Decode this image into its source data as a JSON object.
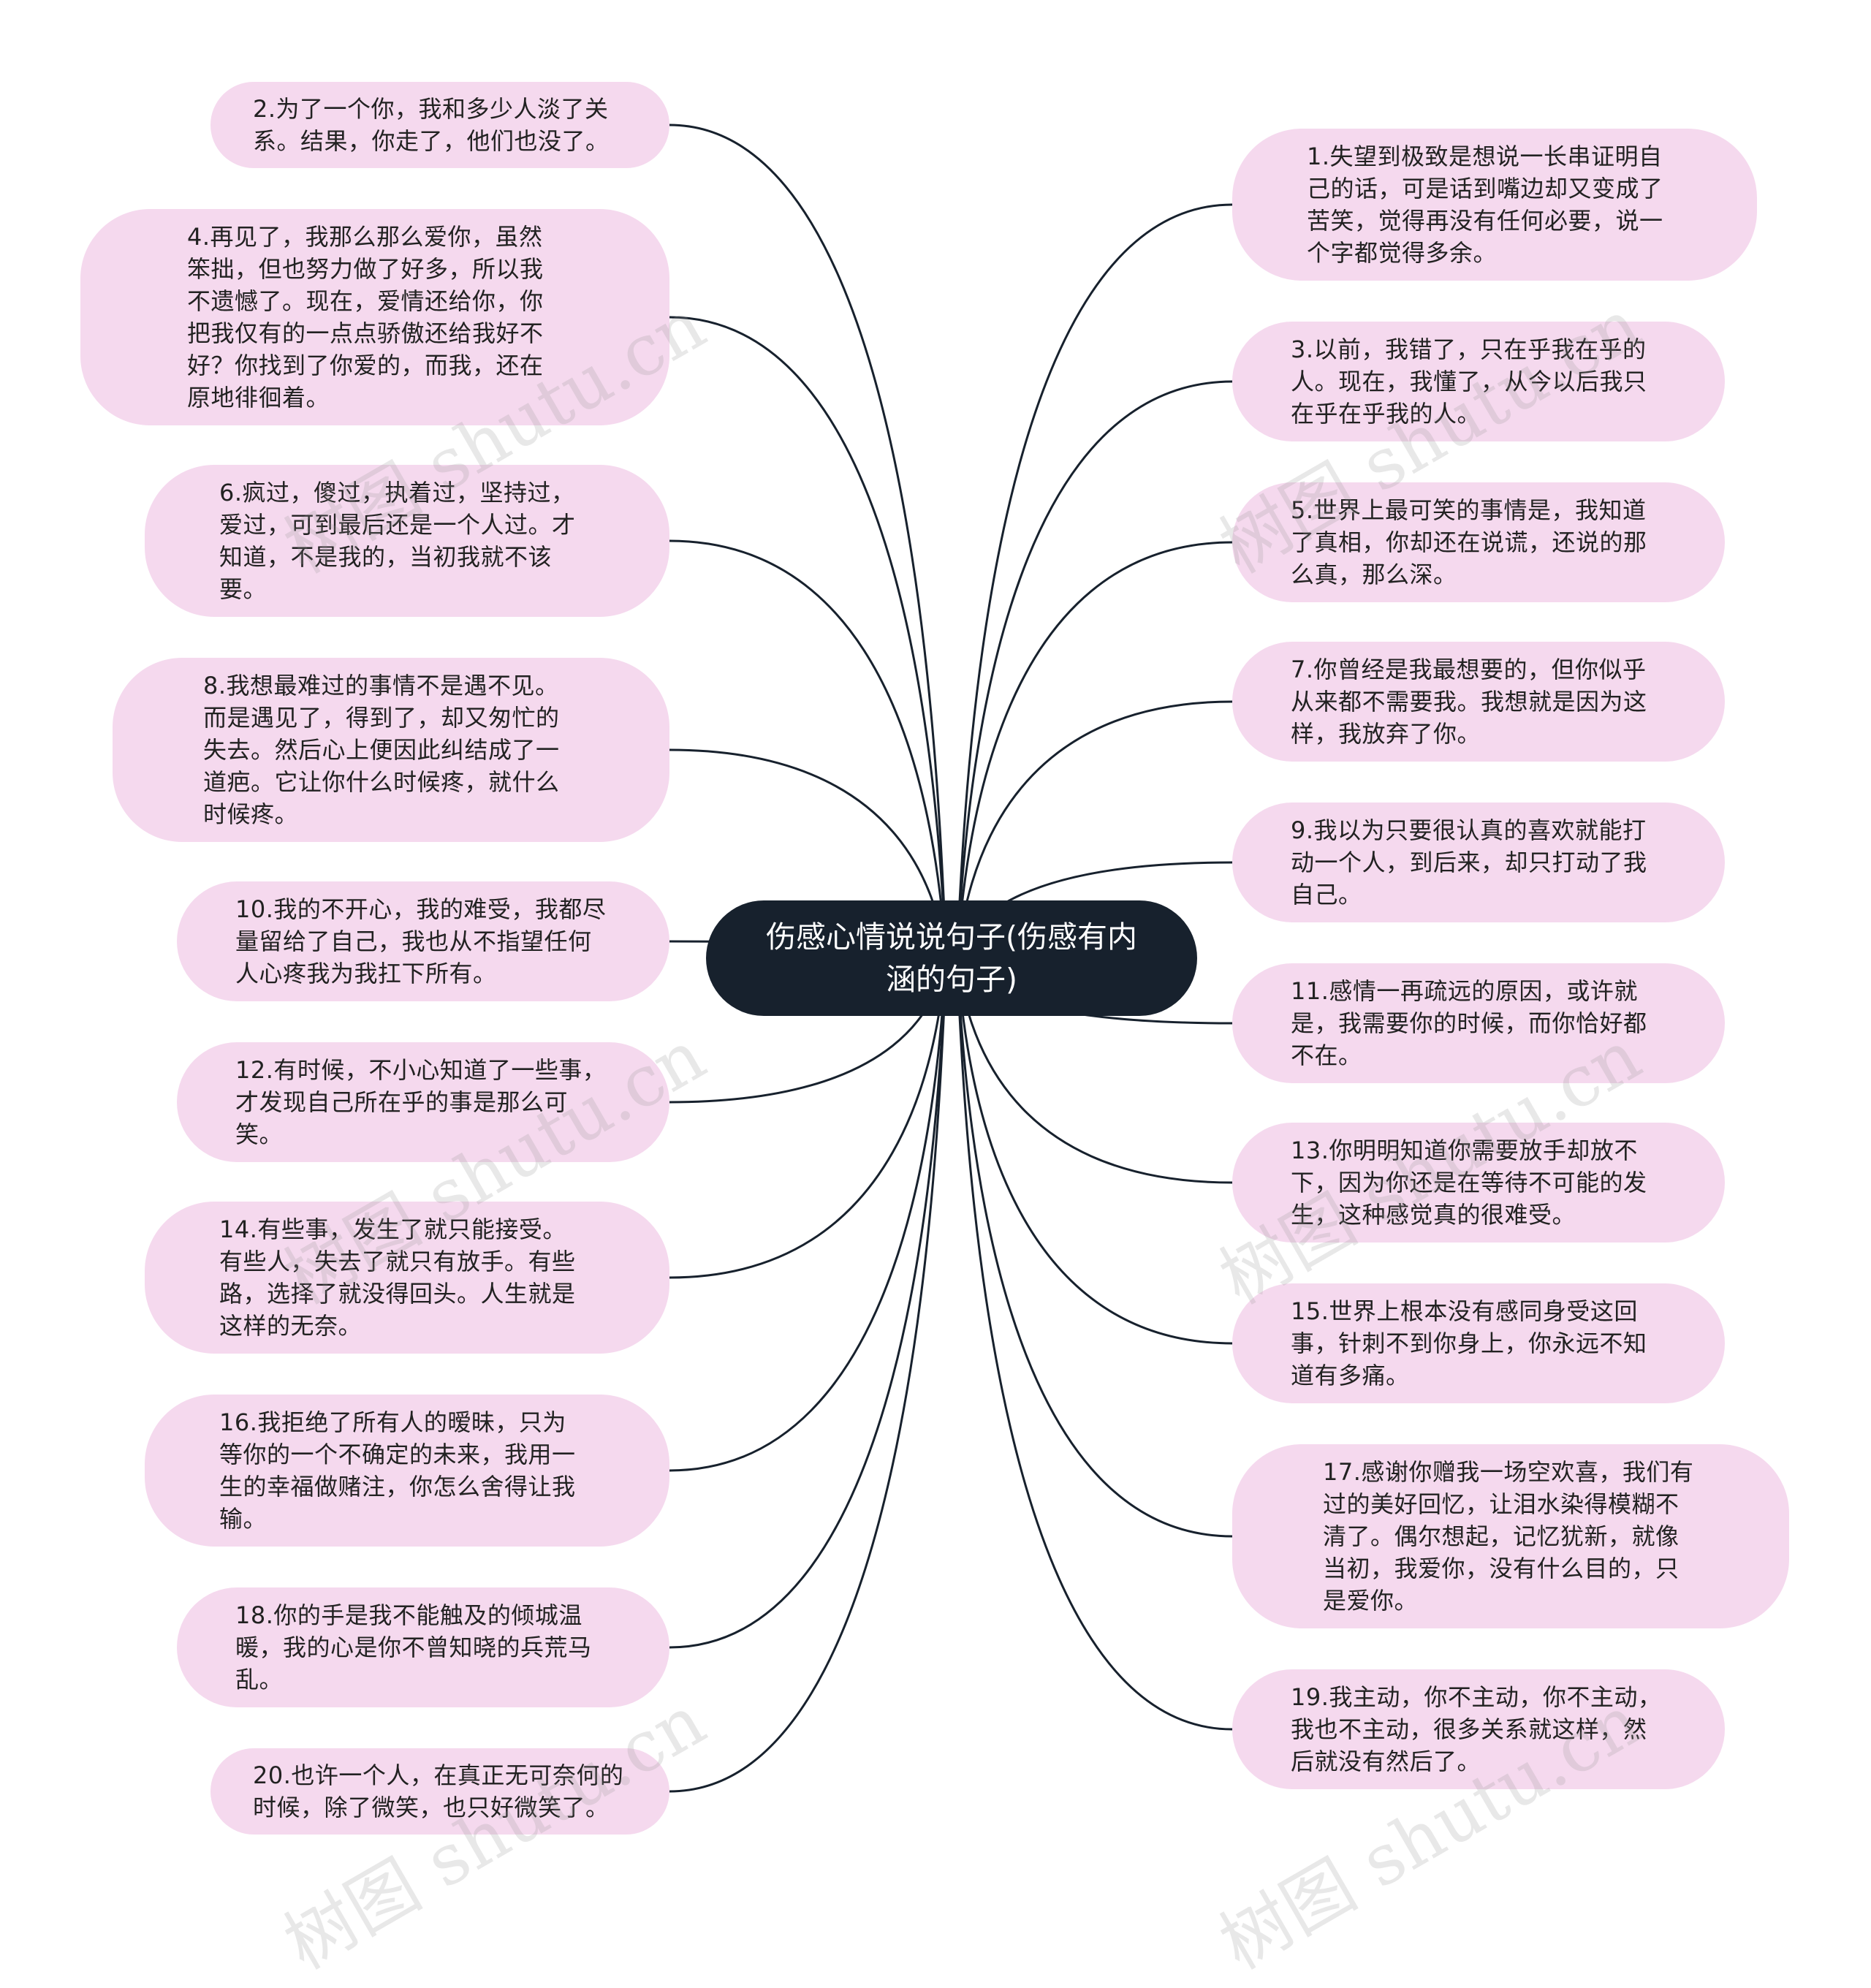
{
  "mindmap": {
    "center": {
      "label": "伤感心情说说句子(伤感有内涵的句子)"
    },
    "left_nodes": [
      {
        "id": "n2",
        "text": "2.为了一个你，我和多少人淡了关系。结果，你走了，他们也没了。"
      },
      {
        "id": "n4",
        "text": "4.再见了，我那么那么爱你，虽然笨拙，但也努力做了好多，所以我不遗憾了。现在，爱情还给你，你把我仅有的一点点骄傲还给我好不好？你找到了你爱的，而我，还在原地徘徊着。"
      },
      {
        "id": "n6",
        "text": "6.疯过，傻过，执着过，坚持过，爱过，可到最后还是一个人过。才知道，不是我的，当初我就不该要。"
      },
      {
        "id": "n8",
        "text": "8.我想最难过的事情不是遇不见。而是遇见了，得到了，却又匆忙的失去。然后心上便因此纠结成了一道疤。它让你什么时候疼，就什么时候疼。"
      },
      {
        "id": "n10",
        "text": "10.我的不开心，我的难受，我都尽量留给了自己，我也从不指望任何人心疼我为我扛下所有。"
      },
      {
        "id": "n12",
        "text": "12.有时候，不小心知道了一些事，才发现自己所在乎的事是那么可笑。"
      },
      {
        "id": "n14",
        "text": "14.有些事，发生了就只能接受。有些人，失去了就只有放手。有些路，选择了就没得回头。人生就是这样的无奈。"
      },
      {
        "id": "n16",
        "text": "16.我拒绝了所有人的暧昧，只为等你的一个不确定的未来，我用一生的幸福做赌注，你怎么舍得让我输。"
      },
      {
        "id": "n18",
        "text": "18.你的手是我不能触及的倾城温暖，我的心是你不曾知晓的兵荒马乱。"
      },
      {
        "id": "n20",
        "text": "20.也许一个人，在真正无可奈何的时候，除了微笑，也只好微笑了。"
      }
    ],
    "right_nodes": [
      {
        "id": "n1",
        "text": "1.失望到极致是想说一长串证明自己的话，可是话到嘴边却又变成了苦笑，觉得再没有任何必要，说一个字都觉得多余。"
      },
      {
        "id": "n3",
        "text": "3.以前，我错了，只在乎我在乎的人。现在，我懂了，从今以后我只在乎在乎我的人。"
      },
      {
        "id": "n5",
        "text": "5.世界上最可笑的事情是，我知道了真相，你却还在说谎，还说的那么真，那么深。"
      },
      {
        "id": "n7",
        "text": "7.你曾经是我最想要的，但你似乎从来都不需要我。我想就是因为这样，我放弃了你。"
      },
      {
        "id": "n9",
        "text": "9.我以为只要很认真的喜欢就能打动一个人，到后来，却只打动了我自己。"
      },
      {
        "id": "n11",
        "text": "11.感情一再疏远的原因，或许就是，我需要你的时候，而你恰好都不在。"
      },
      {
        "id": "n13",
        "text": "13.你明明知道你需要放手却放不下，因为你还是在等待不可能的发生，这种感觉真的很难受。"
      },
      {
        "id": "n15",
        "text": "15.世界上根本没有感同身受这回事，针刺不到你身上，你永远不知道有多痛。"
      },
      {
        "id": "n17",
        "text": "17.感谢你赠我一场空欢喜，我们有过的美好回忆，让泪水染得模糊不清了。偶尔想起，记忆犹新，就像当初，我爱你，没有什么目的，只是爱你。"
      },
      {
        "id": "n19",
        "text": "19.我主动，你不主动，你不主动，我也不主动，很多关系就这样，然后就没有然后了。"
      }
    ],
    "watermark": "树图 shutu.cn",
    "colors": {
      "node_fill": "#f5d9ee",
      "center_fill": "#17212d",
      "center_text": "#ffffff",
      "edge": "#17212d",
      "node_text": "#222222"
    }
  }
}
